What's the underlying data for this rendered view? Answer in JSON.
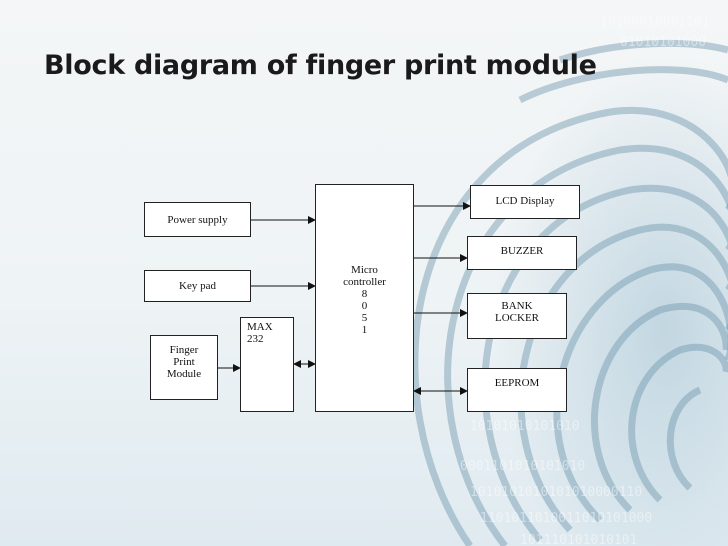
{
  "slide": {
    "title": "Block diagram of finger print module"
  },
  "diagram": {
    "power_supply": "Power supply",
    "key_pad": "Key pad",
    "finger_print": [
      "Finger",
      "Print",
      "Module"
    ],
    "max232": [
      "MAX",
      "232"
    ],
    "micro": [
      "Micro",
      "controller",
      "8",
      "0",
      "5",
      "1"
    ],
    "lcd": "LCD Display",
    "buzzer": "BUZZER",
    "bank_locker": [
      "BANK",
      "LOCKER"
    ],
    "eeprom": "EEPROM"
  },
  "colors": {
    "title": "#1a1a1a",
    "line": "#111111",
    "fingerprint": "#5f8aa3"
  }
}
